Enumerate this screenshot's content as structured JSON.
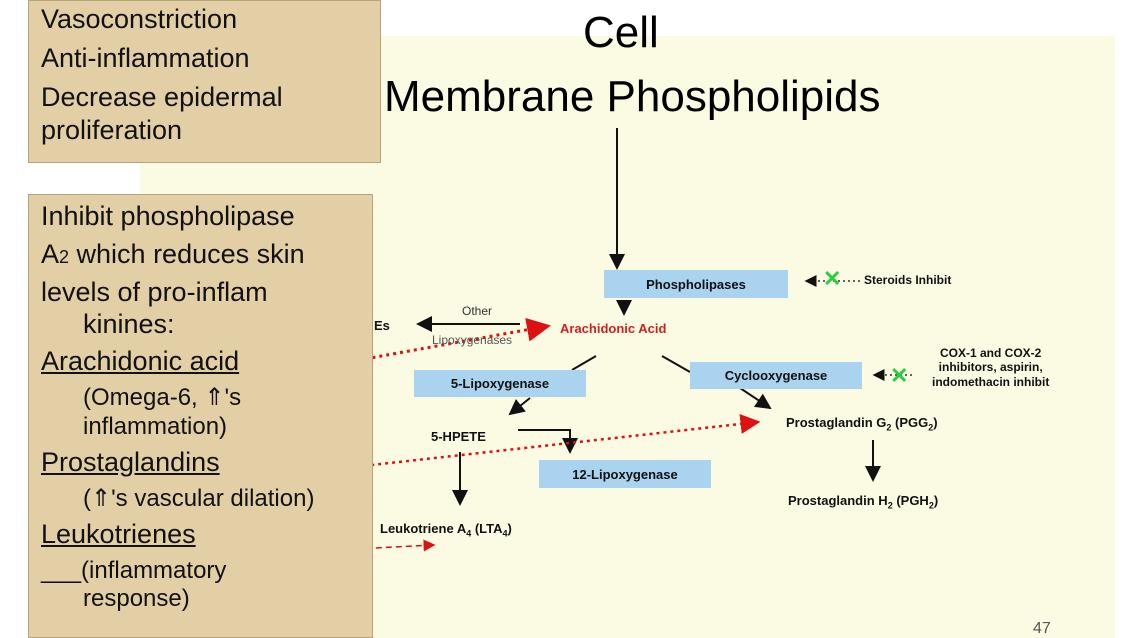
{
  "slide": {
    "title_line1": "Cell",
    "title_line2": "Membrane Phospholipids",
    "page_number": "47"
  },
  "effects_box": {
    "lines": [
      "Vasoconstriction",
      "Anti-inflammation",
      "Decrease epidermal",
      "proliferation"
    ]
  },
  "mechanism_box": {
    "l1": "Inhibit phospholipase",
    "l2a": "A",
    "l2b": "2",
    "l2c": " which reduces skin",
    "l3": "levels of pro-inflam",
    "l4": "kinines:",
    "l5": "Arachidonic acid",
    "l6": "(Omega-6, ⇑'s",
    "l7": "inflammation)",
    "l8": "Prostaglandins",
    "l9": "(⇑'s vascular dilation)",
    "l10": "Leukotrienes",
    "l11": "___(inflammatory",
    "l12": "response)"
  },
  "pathway": {
    "phospholipases": "Phospholipases",
    "steroids_inhibit": "Steroids Inhibit",
    "arachidonic_acid": "Arachidonic Acid",
    "other": "Other",
    "lipoxygenases": "Lipoxygenases",
    "es_fragment": "Es",
    "lipoxygenase_5": "5-Lipoxygenase",
    "cyclooxygenase": "Cyclooxygenase",
    "cox_note_1": "COX-1 and COX-2",
    "cox_note_2": "inhibitors, aspirin,",
    "cox_note_3": "indomethacin inhibit",
    "hpete": "5-HPETE",
    "lipoxygenase_12": "12-Lipoxygenase",
    "pgg2_a": "Prostaglandin G",
    "pgg2_b": "2",
    "pgg2_c": " (PGG",
    "pgg2_d": "2",
    "pgg2_e": ")",
    "pgh2_a": "Prostaglandin H",
    "pgh2_b": "2",
    "pgh2_c": " (PGH",
    "pgh2_d": "2",
    "pgh2_e": ")",
    "lta4_a": "Leukotriene A",
    "lta4_b": "4",
    "lta4_c": " (LTA",
    "lta4_d": "4",
    "lta4_e": ")"
  },
  "colors": {
    "box_fill": "#e3cfa5",
    "pill_fill": "#a9d3ef",
    "pointer_red": "#dd1111",
    "inhibit_green": "#2ecc40",
    "slide_bg": "#fbfbe4"
  },
  "icons": {
    "inhibit_marker": "green-x-icon"
  }
}
